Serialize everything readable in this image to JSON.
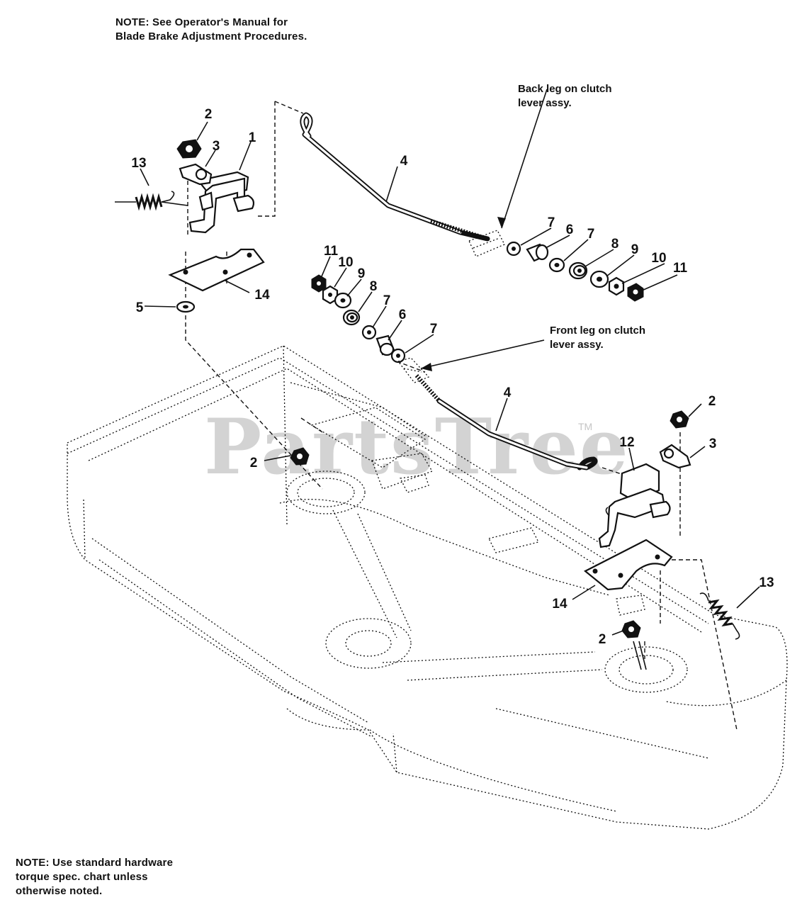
{
  "notes": {
    "top_line1": "NOTE: See Operator's Manual for",
    "top_line2": "Blade Brake Adjustment Procedures.",
    "bottom_line1": "NOTE: Use standard hardware",
    "bottom_line2": "torque spec. chart unless",
    "bottom_line3": "otherwise noted."
  },
  "callouts": {
    "back_line1": "Back leg on clutch",
    "back_line2": "lever assy.",
    "front_line1": "Front leg on clutch",
    "front_line2": "lever assy."
  },
  "watermark": {
    "text": "PartsTree",
    "mark": "TM"
  },
  "labels": {
    "l1": "1",
    "l2a": "2",
    "l3a": "3",
    "l13a": "13",
    "l4a": "4",
    "l14a": "14",
    "l5": "5",
    "l7a": "7",
    "l6a": "6",
    "l7b": "7",
    "l8a": "8",
    "l9a": "9",
    "l10a": "10",
    "l11a": "11",
    "l11b": "11",
    "l10b": "10",
    "l9b": "9",
    "l8b": "8",
    "l7c": "7",
    "l6b": "6",
    "l7d": "7",
    "l4b": "4",
    "l2b": "2",
    "l2c": "2",
    "l3b": "3",
    "l12": "12",
    "l14b": "14",
    "l13b": "13",
    "l2d": "2"
  }
}
